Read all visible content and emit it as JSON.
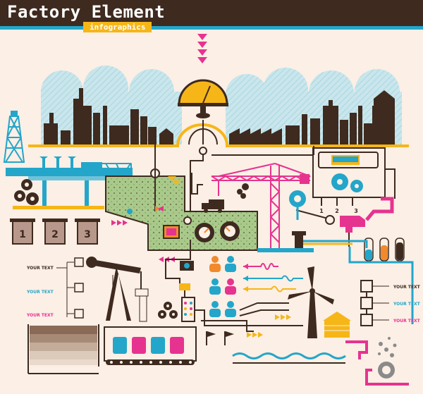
{
  "header": {
    "title": "Factory Element",
    "subtitle": "infographics"
  },
  "steps": [
    "1",
    "2",
    "3"
  ],
  "machine_steps": [
    "1",
    "2",
    "3"
  ],
  "left_labels": [
    {
      "text": "YOUR TEXT",
      "color": "#3e2a1f"
    },
    {
      "text": "YOUR TEXT",
      "color": "#23a6c9"
    },
    {
      "text": "YOUR TEXT",
      "color": "#e6338f"
    }
  ],
  "right_labels": [
    {
      "text": "YOUR TEXT",
      "color": "#3e2a1f"
    },
    {
      "text": "YOUR TEXT",
      "color": "#23a6c9"
    },
    {
      "text": "YOUR TEXT",
      "color": "#e6338f"
    }
  ],
  "colors": {
    "dark": "#3e2a1f",
    "cyan": "#23a6c9",
    "magenta": "#e6338f",
    "yellow": "#f6b618",
    "green": "#a9c98b",
    "sky": "#a9d6e0",
    "orange": "#f08a2c",
    "background": "#fbefe6"
  }
}
